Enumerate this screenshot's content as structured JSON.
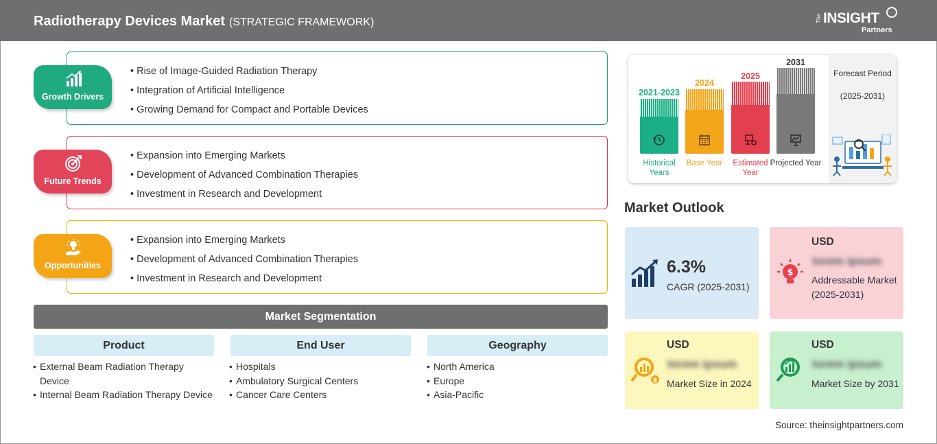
{
  "header": {
    "title": "Radiotherapy Devices Market",
    "subtitle": "(STRATEGIC FRAMEWORK)",
    "logo_the": "The",
    "logo_insight": "INSIGHT",
    "logo_partners": "Partners"
  },
  "framework": [
    {
      "label": "Growth Drivers",
      "icon": "bar-chart-icon",
      "color": "#1faa80",
      "items": [
        "Rise of Image-Guided Radiation Therapy",
        "Integration of Artificial Intelligence",
        "Growing Demand for Compact and Portable Devices"
      ]
    },
    {
      "label": "Future Trends",
      "icon": "target-icon",
      "color": "#e24459",
      "items": [
        "Expansion into Emerging Markets",
        "Development of Advanced Combination Therapies",
        "Investment in Research and Development"
      ]
    },
    {
      "label": "Opportunities",
      "icon": "lightbulb-hand-icon",
      "color": "#f4a516",
      "items": [
        "Expansion into Emerging Markets",
        "Development of Advanced Combination Therapies",
        "Investment in Research and Development"
      ]
    }
  ],
  "segmentation": {
    "title": "Market Segmentation",
    "columns": [
      {
        "heading": "Product",
        "items": [
          "External Beam Radiation Therapy Device",
          "Internal Beam Radiation Therapy Device"
        ]
      },
      {
        "heading": "End User",
        "items": [
          "Hospitals",
          "Ambulatory Surgical Centers",
          "Cancer Care Centers"
        ]
      },
      {
        "heading": "Geography",
        "items": [
          "North America",
          "Europe",
          "Asia-Pacific"
        ]
      }
    ]
  },
  "timeline": {
    "periods": [
      {
        "year": "2021-2023",
        "label": "Historical Years",
        "color": "#1aaf86",
        "icon": "history-icon"
      },
      {
        "year": "2024",
        "label": "Base Year",
        "color": "#f3a519",
        "icon": "calendar-icon"
      },
      {
        "year": "2025",
        "label": "Estimated Year",
        "color": "#e2404f",
        "icon": "estimate-icon"
      },
      {
        "year": "2031",
        "label": "Projected Year",
        "color": "#7a7a7a",
        "icon": "presentation-icon"
      }
    ],
    "forecast_label": "Forecast Period",
    "forecast_range": "(2025-2031)"
  },
  "outlook": {
    "title": "Market Outlook",
    "cagr_value": "6.3%",
    "cagr_label": "CAGR (2025-2031)",
    "usd": "USD",
    "placeholder": "lorem ipsum",
    "addressable_label": "Addressable Market (2025-2031)",
    "size_2024_label": "Market Size in 2024",
    "size_2031_label": "Market Size by 2031"
  },
  "source": "Source: theinsightpartners.com"
}
